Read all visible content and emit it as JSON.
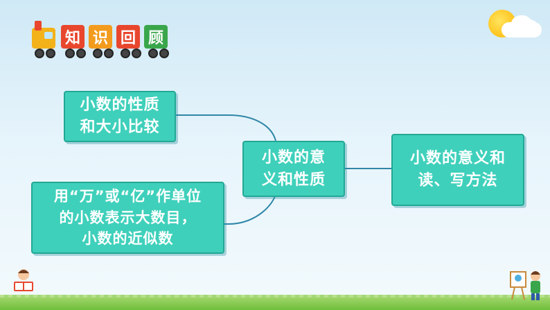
{
  "header": {
    "title_chars": [
      "知",
      "识",
      "回",
      "顾"
    ],
    "car_colors": [
      "#e8472d",
      "#f39b1d",
      "#e8472d",
      "#3aa64b"
    ]
  },
  "diagram": {
    "center": {
      "label": "小数的意\n义和性质"
    },
    "left_top": {
      "label": "小数的性质\n和大小比较"
    },
    "left_bottom": {
      "label": "用“万”或“亿”作单位\n的小数表示大数目，\n小数的近似数"
    },
    "right": {
      "label": "小数的意义和\n读、写方法"
    }
  },
  "colors": {
    "box_fill": "#3fd0bb",
    "box_border": "#22a894",
    "connector": "#2f86a8"
  },
  "decor": [
    "train-icon",
    "sun-icon",
    "cloud-icon",
    "reading-child-icon",
    "painting-child-icon"
  ]
}
